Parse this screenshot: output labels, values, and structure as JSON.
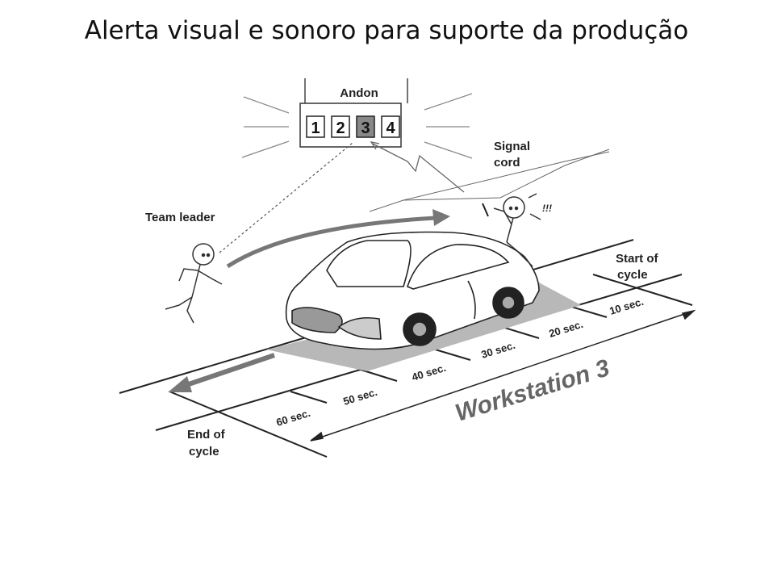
{
  "slide": {
    "title": "Alerta visual e sonoro para suporte da produção"
  },
  "diagram": {
    "andon_label": "Andon",
    "andon_numbers": [
      "1",
      "2",
      "3",
      "4"
    ],
    "signal_cord_lines": [
      "Signal",
      "cord"
    ],
    "team_leader_label": "Team leader",
    "exclaim": "!!!",
    "start_of_cycle_lines": [
      "Start of",
      "cycle"
    ],
    "end_of_cycle_lines": [
      "End of",
      "cycle"
    ],
    "time_marks": [
      "10 sec.",
      "20 sec.",
      "30 sec.",
      "40 sec.",
      "50 sec.",
      "60 sec."
    ],
    "workstation_label": "Workstation 3",
    "colors": {
      "line": "#222222",
      "arrow_gray": "#777777",
      "floor": "#b5b5b5"
    }
  }
}
